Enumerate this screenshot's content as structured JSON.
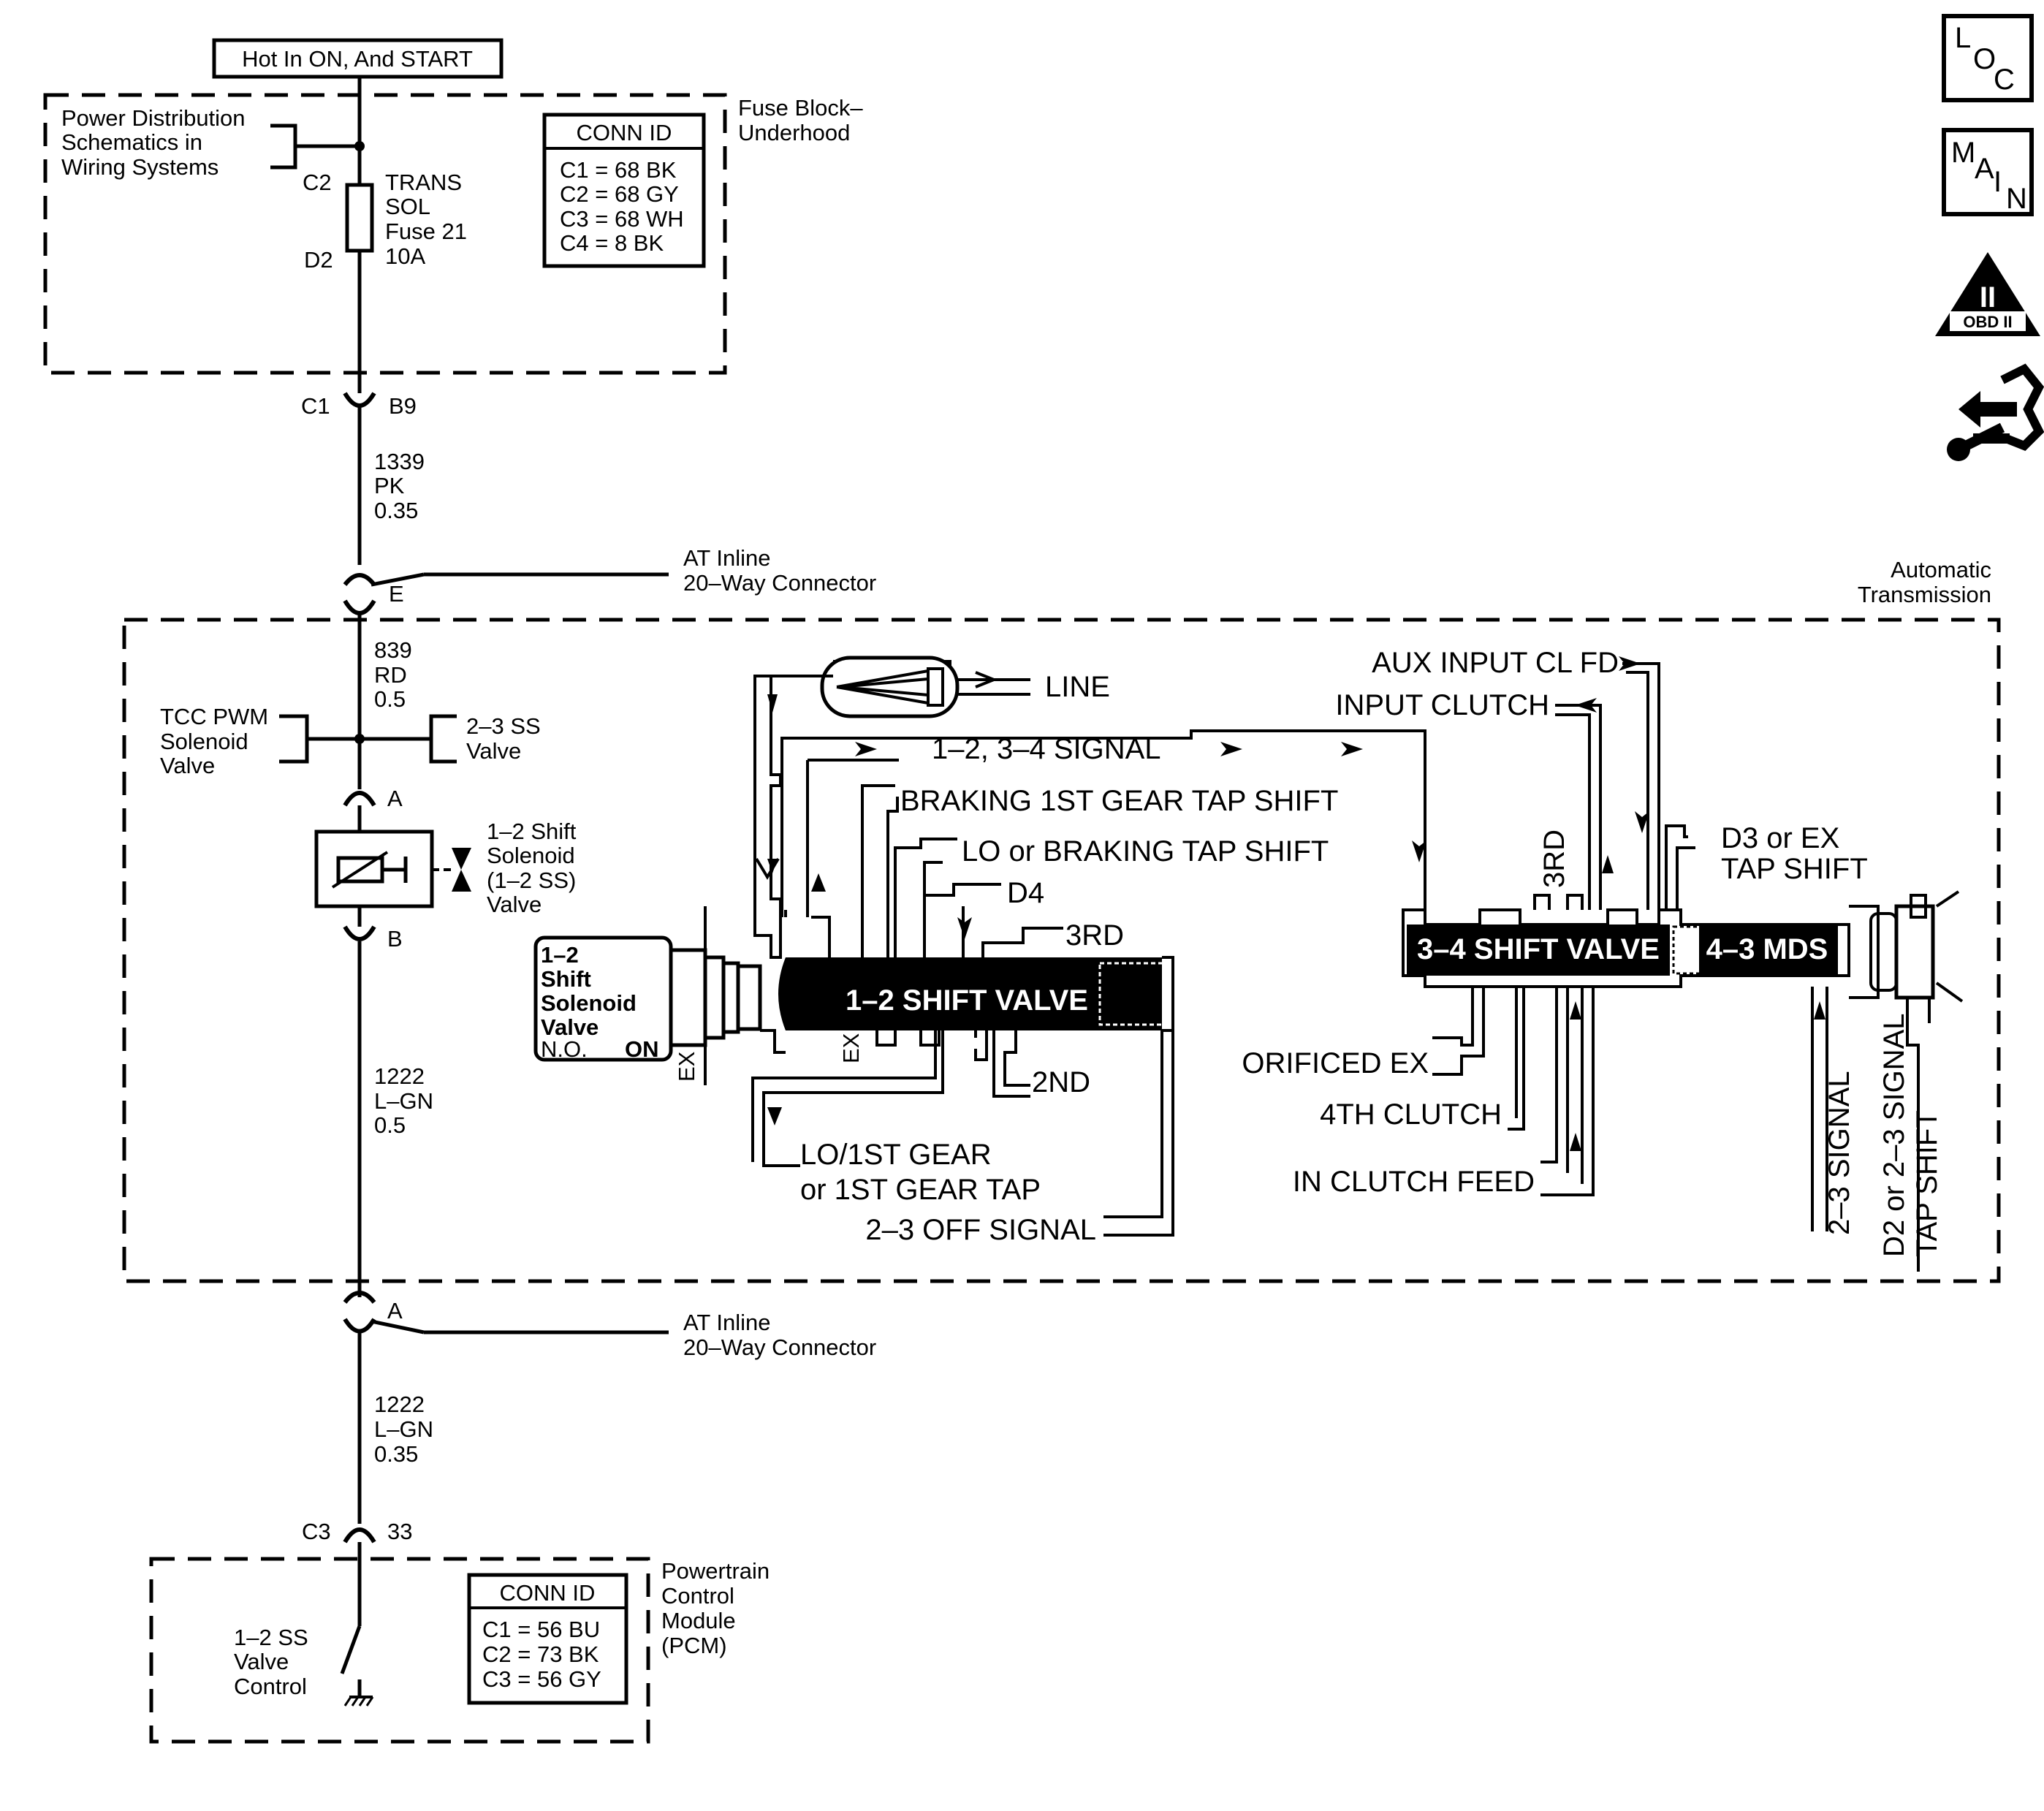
{
  "header": {
    "power_box": "Hot In ON, And START"
  },
  "fuse_block": {
    "title_l1": "Fuse Block–",
    "title_l2": "Underhood",
    "pd_l1": "Power Distribution",
    "pd_l2": "Schematics in",
    "pd_l3": "Wiring Systems",
    "c2": "C2",
    "d2": "D2",
    "fuse_l1": "TRANS",
    "fuse_l2": "SOL",
    "fuse_l3": "Fuse 21",
    "fuse_l4": "10A",
    "conn_title": "CONN ID",
    "conn": [
      "C1 = 68 BK",
      "C2 = 68 GY",
      "C3 = 68 WH",
      "C4 = 8 BK"
    ]
  },
  "wires": {
    "c1": "C1",
    "b9": "B9",
    "w1_l1": "1339",
    "w1_l2": "PK",
    "w1_l3": "0.35",
    "inline_l1": "AT Inline",
    "inline_l2": "20–Way Connector",
    "e": "E",
    "w2_l1": "839",
    "w2_l2": "RD",
    "w2_l3": "0.5",
    "w3_l1": "1222",
    "w3_l2": "L–GN",
    "w3_l3": "0.5",
    "a_bottom": "A",
    "w4_l1": "1222",
    "w4_l2": "L–GN",
    "w4_l3": "0.35",
    "c3": "C3",
    "p33": "33"
  },
  "transmission": {
    "title_l1": "Automatic",
    "title_l2": "Transmission",
    "tcc_l1": "TCC PWM",
    "tcc_l2": "Solenoid",
    "tcc_l3": "Valve",
    "ss23_l1": "2–3 SS",
    "ss23_l2": "Valve",
    "a": "A",
    "b": "B",
    "sol_l1": "1–2 Shift",
    "sol_l2": "Solenoid",
    "sol_l3": "(1–2 SS)",
    "sol_l4": "Valve",
    "box_l1": "1–2",
    "box_l2": "Shift",
    "box_l3": "Solenoid",
    "box_l4": "Valve",
    "box_no": "N.O.",
    "box_on": "ON",
    "ex1": "EX",
    "ex2": "EX",
    "line": "LINE",
    "sig1234": "1–2, 3–4 SIGNAL",
    "braking1st": "BRAKING 1ST GEAR TAP SHIFT",
    "lobraking": "LO or BRAKING TAP SHIFT",
    "d4": "D4",
    "third_a": "3RD",
    "valve12": "1–2 SHIFT VALVE",
    "second": "2ND",
    "lo1_l1": "LO/1ST GEAR",
    "lo1_l2": "or 1ST GEAR TAP",
    "off23": "2–3 OFF SIGNAL",
    "aux": "AUX INPUT CL FD",
    "inputcl": "INPUT CLUTCH",
    "third_b": "3RD",
    "d3_l1": "D3 or EX",
    "d3_l2": "TAP SHIFT",
    "valve34": "3–4 SHIFT VALVE",
    "mds": "4–3 MDS",
    "orificed": "ORIFICED EX",
    "clutch4": "4TH CLUTCH",
    "inclfeed": "IN CLUTCH FEED",
    "sig23": "2–3 SIGNAL",
    "d2_l1": "D2 or 2–3 SIGNAL",
    "d2_l2": "TAP SHIFT"
  },
  "pcm": {
    "title_l1": "Powertrain",
    "title_l2": "Control",
    "title_l3": "Module",
    "title_l4": "(PCM)",
    "ctl_l1": "1–2 SS",
    "ctl_l2": "Valve",
    "ctl_l3": "Control",
    "conn_title": "CONN ID",
    "conn": [
      "C1 = 56 BU",
      "C2 = 73 BK",
      "C3 = 56 GY"
    ]
  },
  "icons": {
    "loc_l": "L",
    "loc_o": "O",
    "loc_c": "C",
    "main_m": "M",
    "main_a": "A",
    "main_i": "I",
    "main_n": "N",
    "obd_ii": "II",
    "obd_label": "OBD II"
  }
}
